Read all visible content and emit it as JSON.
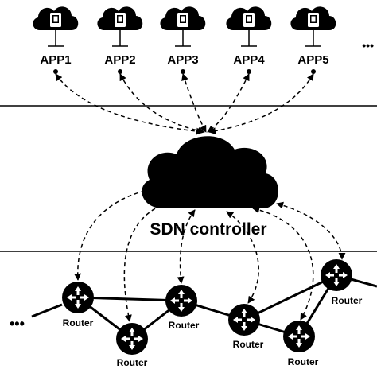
{
  "apps": [
    {
      "label": "APP1",
      "icon": "cloud-app-icon"
    },
    {
      "label": "APP2",
      "icon": "cloud-app-icon"
    },
    {
      "label": "APP3",
      "icon": "cloud-app-icon"
    },
    {
      "label": "APP4",
      "icon": "cloud-app-icon"
    },
    {
      "label": "APP5",
      "icon": "cloud-app-icon"
    }
  ],
  "apps_more": "•••",
  "controller": {
    "label": "SDN controller",
    "icon": "cloud-icon"
  },
  "routers": [
    {
      "label": "Router"
    },
    {
      "label": "Router"
    },
    {
      "label": "Router"
    },
    {
      "label": "Router"
    },
    {
      "label": "Router"
    },
    {
      "label": "Router"
    }
  ],
  "network_more": "•••",
  "colors": {
    "ink": "#000000",
    "background": "#ffffff",
    "icon_fill": "#ffffff"
  }
}
